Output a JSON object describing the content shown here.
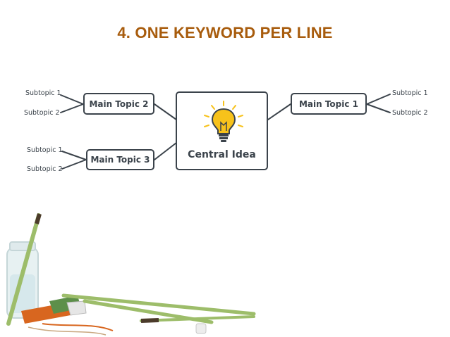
{
  "slide": {
    "title": "4. ONE KEYWORD PER LINE"
  },
  "diagram": {
    "central": {
      "label": "Central Idea",
      "icon": "lightbulb-icon"
    },
    "main_topics": {
      "topic1": {
        "label": "Main Topic 1",
        "subtopics": [
          "Subtopic 1",
          "Subtopic 2"
        ]
      },
      "topic2": {
        "label": "Main Topic 2",
        "subtopics": [
          "Subtopic 1",
          "Subtopic 2"
        ]
      },
      "topic3": {
        "label": "Main Topic 3",
        "subtopics": [
          "Subtopic 1",
          "Subtopic 2"
        ]
      }
    },
    "colors": {
      "line": "#3b434b",
      "bulb": "#f7c21b",
      "title": "#a85c0d"
    }
  },
  "decoration": {
    "icon": "paintbrush-illustration"
  }
}
